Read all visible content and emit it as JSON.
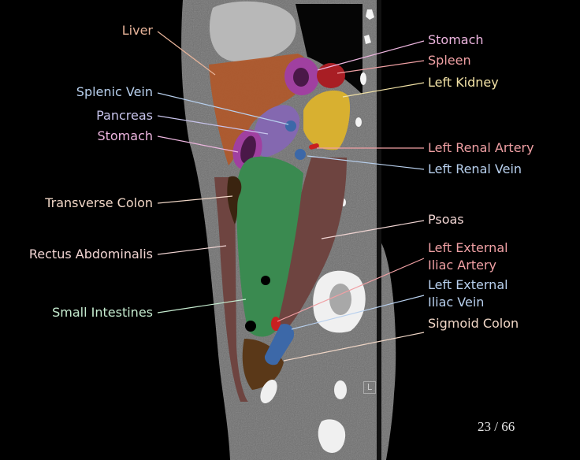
{
  "image": {
    "modality": "CT sagittal slice",
    "slice_indicator": "23 / 66",
    "orientation_marker": "L"
  },
  "labels_left": [
    {
      "id": "liver",
      "text": "Liver",
      "color": "#e8b49a"
    },
    {
      "id": "splenic-vein",
      "text": "Splenic Vein",
      "color": "#b8d0ee"
    },
    {
      "id": "pancreas",
      "text": "Pancreas",
      "color": "#c8c4ec"
    },
    {
      "id": "stomach-left",
      "text": "Stomach",
      "color": "#eeb6e0"
    },
    {
      "id": "transverse-colon",
      "text": "Transverse Colon",
      "color": "#f0d6c6"
    },
    {
      "id": "rectus-abdominalis",
      "text": "Rectus Abdominalis",
      "color": "#f0d4d2"
    },
    {
      "id": "small-intestines",
      "text": "Small Intestines",
      "color": "#c6ecd0"
    }
  ],
  "labels_right": [
    {
      "id": "stomach-right",
      "text": "Stomach",
      "color": "#eeb6e0"
    },
    {
      "id": "spleen",
      "text": "Spleen",
      "color": "#f0a0a4"
    },
    {
      "id": "left-kidney",
      "text": "Left Kidney",
      "color": "#f2e2a6"
    },
    {
      "id": "left-renal-artery",
      "text": "Left Renal Artery",
      "color": "#f0a0a4"
    },
    {
      "id": "left-renal-vein",
      "text": "Left Renal Vein",
      "color": "#b8d0ee"
    },
    {
      "id": "psoas",
      "text": "Psoas",
      "color": "#f0d4d2"
    },
    {
      "id": "left-external-iliac-artery",
      "text": "Left External\nIliac Artery",
      "color": "#f0a0a4"
    },
    {
      "id": "left-external-iliac-vein",
      "text": "Left External\nIliac Vein",
      "color": "#b8d0ee"
    },
    {
      "id": "sigmoid-colon",
      "text": "Sigmoid Colon",
      "color": "#f0d6c6"
    }
  ],
  "segment_colors": {
    "liver": "#b0582a",
    "stomach": "#a040a0",
    "spleen": "#a81e24",
    "kidney": "#d8b030",
    "pancreas": "#8468b0",
    "vein": "#3c68a8",
    "artery": "#c82020",
    "small_intestines": "#3a8a50",
    "muscle": "#6e4440",
    "colon": "#5a3818"
  }
}
